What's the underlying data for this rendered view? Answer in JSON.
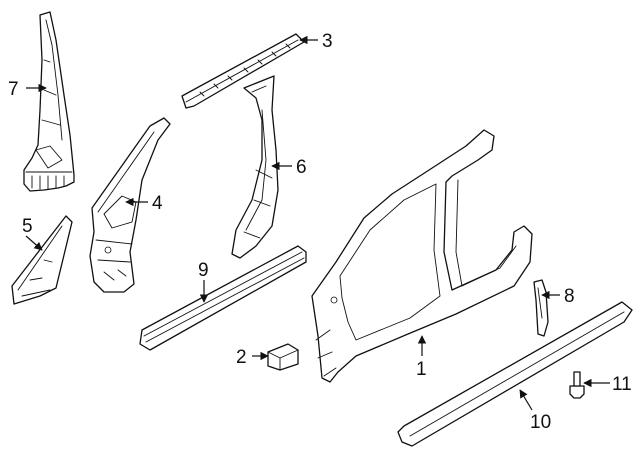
{
  "diagram": {
    "callouts": [
      {
        "id": "1",
        "label": "1"
      },
      {
        "id": "2",
        "label": "2"
      },
      {
        "id": "3",
        "label": "3"
      },
      {
        "id": "4",
        "label": "4"
      },
      {
        "id": "5",
        "label": "5"
      },
      {
        "id": "6",
        "label": "6"
      },
      {
        "id": "7",
        "label": "7"
      },
      {
        "id": "8",
        "label": "8"
      },
      {
        "id": "9",
        "label": "9"
      },
      {
        "id": "10",
        "label": "10"
      },
      {
        "id": "11",
        "label": "11"
      }
    ],
    "line_color": "#111111",
    "background": "#ffffff"
  }
}
